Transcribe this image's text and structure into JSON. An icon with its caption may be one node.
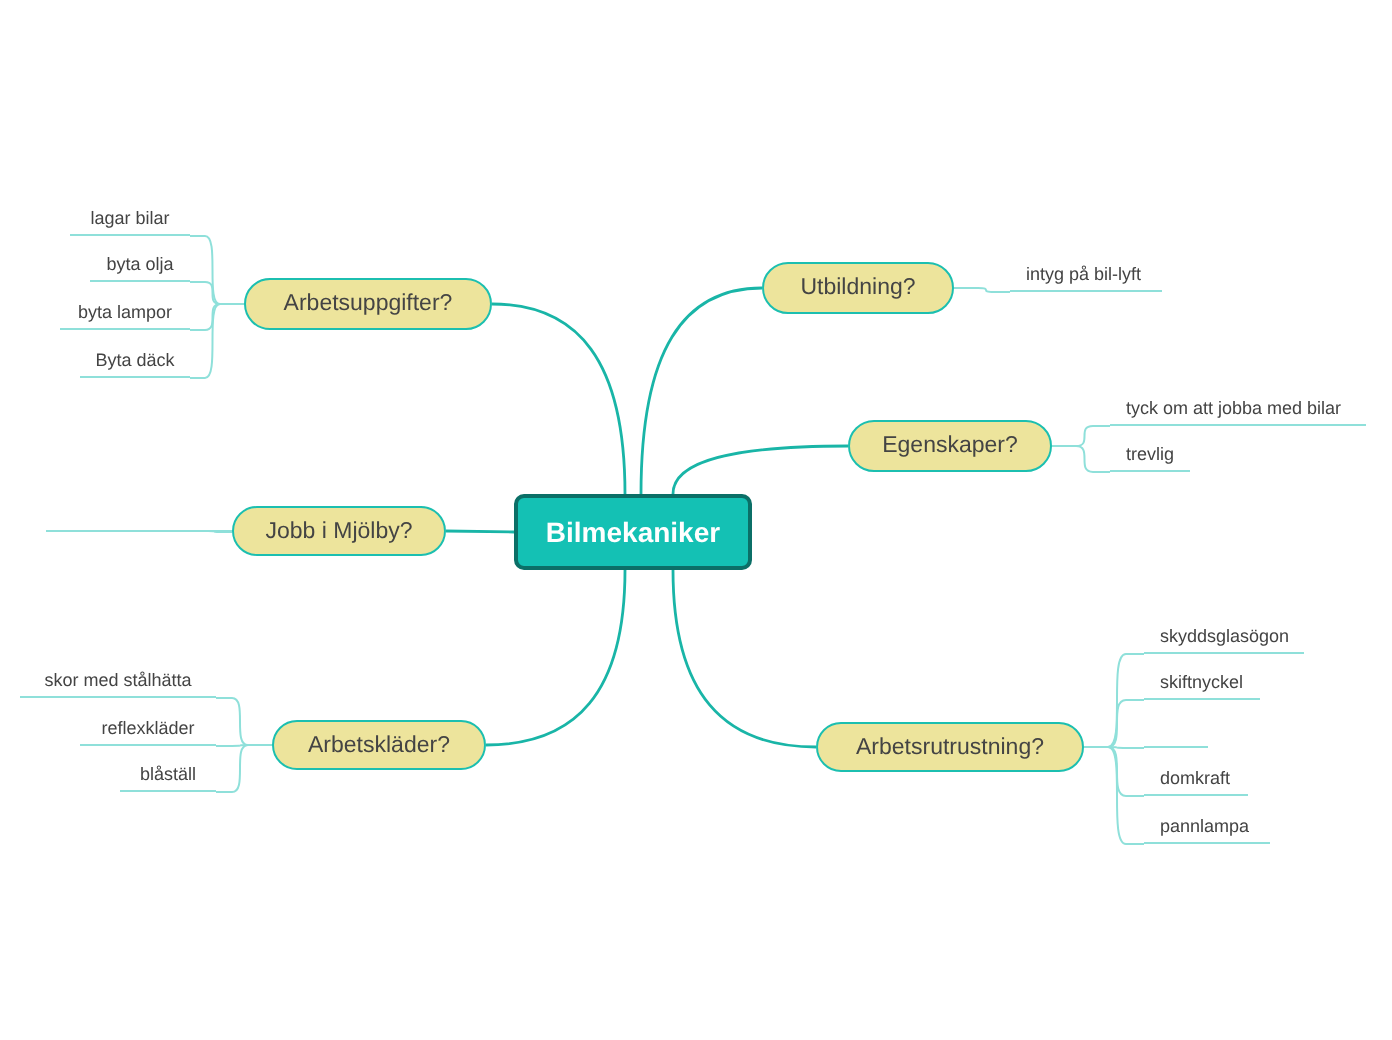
{
  "diagram": {
    "nodes": [
      {
        "text": [
          "Bilmekaniker"
        ]
      },
      {
        "text": [
          "Arbetsuppgifter?"
        ]
      },
      {
        "text": [
          "lagar bilar"
        ]
      },
      {
        "text": [
          "byta olja"
        ]
      },
      {
        "text": [
          "byta lampor"
        ]
      },
      {
        "text": [
          "Byta däck"
        ]
      },
      {
        "text": [
          "Utbildning?"
        ]
      },
      {
        "text": [
          "intyg på bil-lyft"
        ]
      },
      {
        "text": [
          "Jobb i Mjölby?"
        ]
      },
      {
        "text": [],
        "shape": "line"
      },
      {
        "text": [
          "Egenskaper?"
        ]
      },
      {
        "text": [
          "tyck om att jobba med bilar"
        ]
      },
      {
        "text": [
          "trevlig"
        ]
      },
      {
        "text": [
          "Arbetskläder?"
        ]
      },
      {
        "text": [
          "skor med stålhätta"
        ]
      },
      {
        "text": [
          "reflexkläder"
        ]
      },
      {
        "text": [
          "blåställ"
        ]
      },
      {
        "text": [
          "Arbetsrutrustning?"
        ]
      },
      {
        "text": [
          "skyddsglasögon"
        ]
      },
      {
        "text": [
          "skiftnyckel"
        ]
      },
      {
        "text": [],
        "shape": "line"
      },
      {
        "text": [
          "domkraft"
        ]
      },
      {
        "text": [
          "pannlampa"
        ]
      }
    ],
    "edges": [
      {
        "from": 0,
        "to": 1,
        "arrow": "none",
        "color": "#19b5a7"
      },
      {
        "from": 1,
        "to": 2,
        "arrow": "none"
      },
      {
        "from": 1,
        "to": 3,
        "arrow": "none"
      },
      {
        "from": 1,
        "to": 4,
        "arrow": "none"
      },
      {
        "from": 1,
        "to": 5,
        "arrow": "none"
      },
      {
        "from": 0,
        "to": 6,
        "arrow": "none",
        "color": "#19b5a7"
      },
      {
        "from": 6,
        "to": 7,
        "arrow": "none"
      },
      {
        "from": 0,
        "to": 8,
        "arrow": "none",
        "color": "#19b5a7"
      },
      {
        "from": 8,
        "to": 9,
        "arrow": "none"
      },
      {
        "from": 0,
        "to": 10,
        "arrow": "none",
        "color": "#19b5a7"
      },
      {
        "from": 10,
        "to": 11,
        "arrow": "none"
      },
      {
        "from": 10,
        "to": 12,
        "arrow": "none"
      },
      {
        "from": 0,
        "to": 13,
        "arrow": "none",
        "color": "#19b5a7"
      },
      {
        "from": 13,
        "to": 14,
        "arrow": "none"
      },
      {
        "from": 13,
        "to": 15,
        "arrow": "none"
      },
      {
        "from": 13,
        "to": 16,
        "arrow": "none"
      },
      {
        "from": 0,
        "to": 17,
        "arrow": "none",
        "color": "#19b5a7"
      },
      {
        "from": 17,
        "to": 18,
        "arrow": "none"
      },
      {
        "from": 17,
        "to": 19,
        "arrow": "none"
      },
      {
        "from": 17,
        "to": 20,
        "arrow": "none"
      },
      {
        "from": 17,
        "to": 21,
        "arrow": "none"
      },
      {
        "from": 17,
        "to": 22,
        "arrow": "none"
      }
    ]
  }
}
